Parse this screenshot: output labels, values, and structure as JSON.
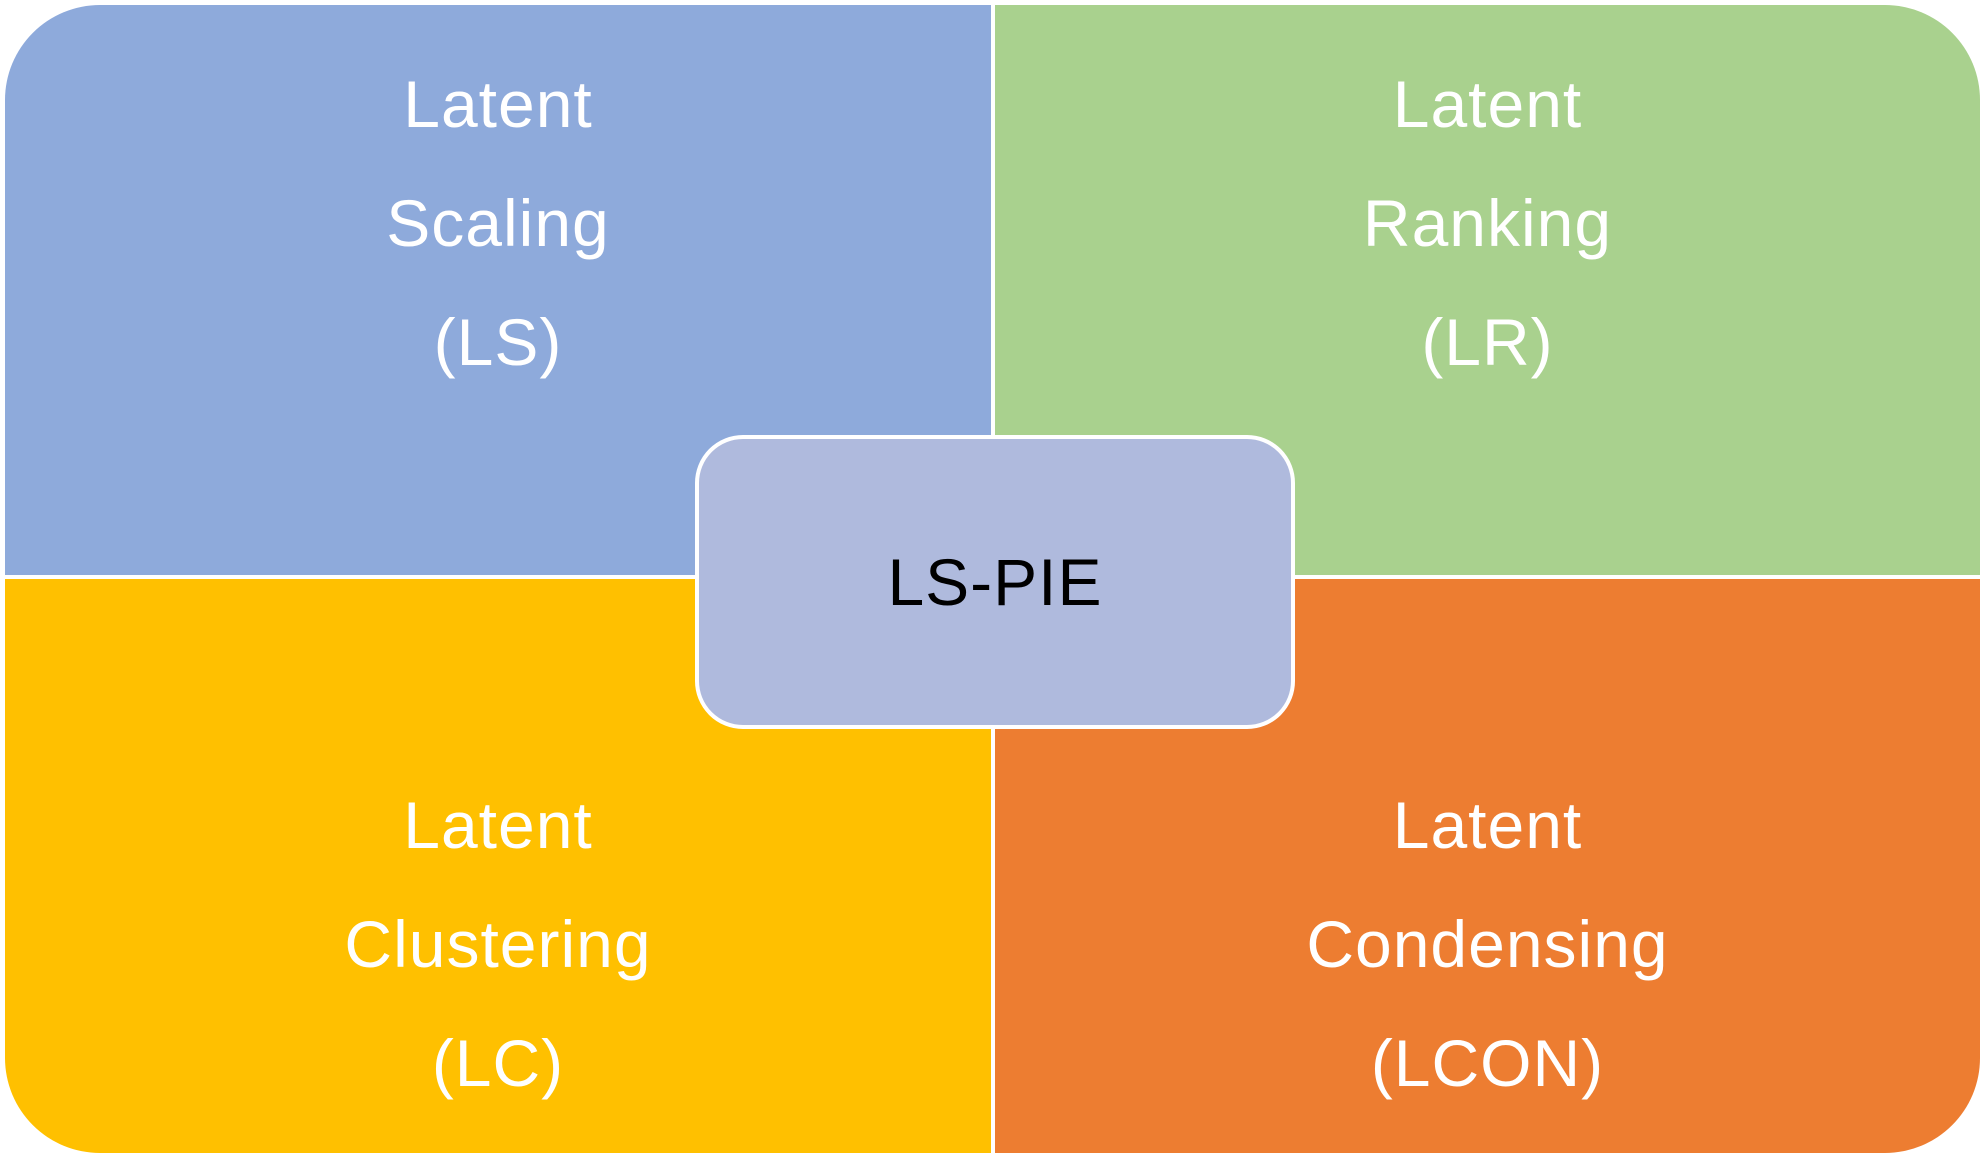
{
  "quadrants": {
    "top_left": {
      "lines": [
        "Latent",
        "Scaling",
        "(LS)"
      ],
      "color": "#8EAADB"
    },
    "top_right": {
      "lines": [
        "Latent",
        "Ranking",
        "(LR)"
      ],
      "color": "#A9D18E"
    },
    "bottom_left": {
      "lines": [
        "Latent",
        "Clustering",
        "(LC)"
      ],
      "color": "#FFC000"
    },
    "bottom_right": {
      "lines": [
        "Latent",
        "Condensing",
        "(LCON)"
      ],
      "color": "#ED7D31"
    }
  },
  "center": {
    "label": "LS-PIE",
    "color": "#AFBADD",
    "text_color": "#000000"
  }
}
